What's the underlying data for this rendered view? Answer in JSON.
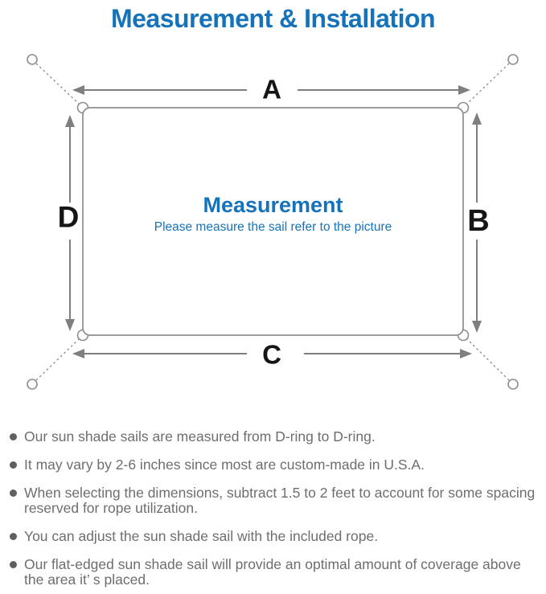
{
  "title": "Measurement & Installation",
  "colors": {
    "accent_blue": "#1673b9",
    "line_gray": "#7f7f7f",
    "edge_gray": "#8e8e8e",
    "text_gray": "#6e6e6e",
    "label_black": "#161616"
  },
  "diagram": {
    "labels": {
      "top": "A",
      "right": "B",
      "bottom": "C",
      "left": "D"
    },
    "center_heading": "Measurement",
    "center_subtitle": "Please measure the sail refer to the picture"
  },
  "notes": [
    "Our sun shade sails are measured from D-ring to D-ring.",
    "It may vary by 2-6 inches since most are custom-made in U.S.A.",
    "When selecting the dimensions, subtract 1.5 to 2 feet to account for some spacing reserved for rope utilization.",
    "You can adjust the sun shade sail with the included rope.",
    "Our flat-edged sun shade sail will provide an optimal amount of coverage above the area it’ s placed."
  ]
}
